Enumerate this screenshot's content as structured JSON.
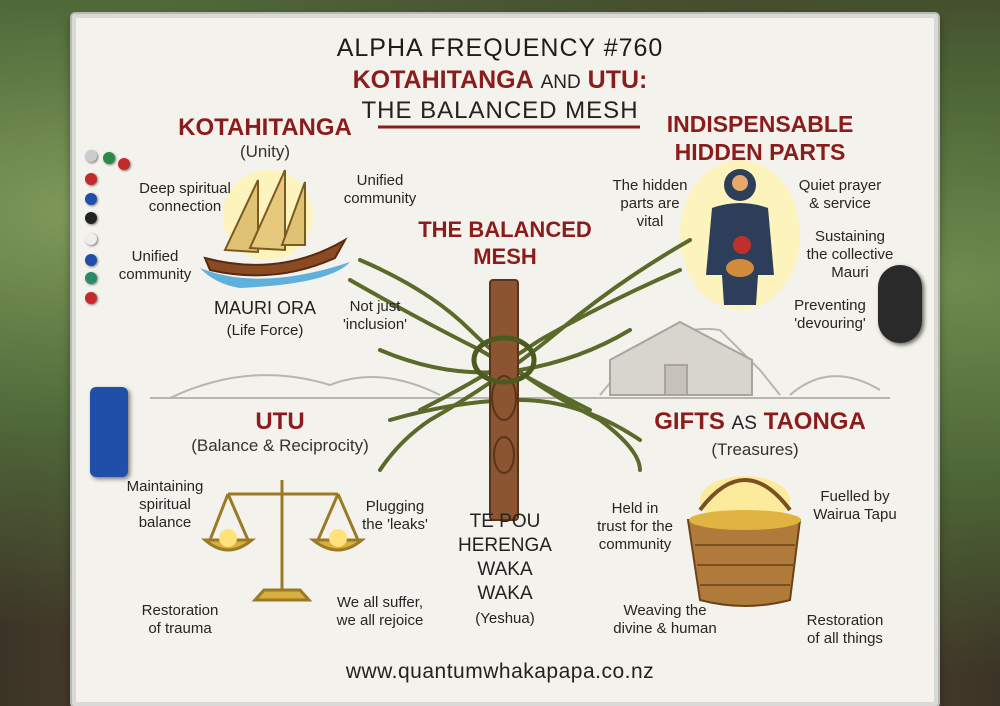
{
  "header": {
    "line1": "ALPHA FREQUENCY #760",
    "line2_a": "KOTAHITANGA",
    "line2_b": "AND",
    "line2_c": "UTU:",
    "line3": "THE BALANCED MESH"
  },
  "kotahitanga": {
    "title": "KOTAHITANGA",
    "subtitle": "(Unity)",
    "notes": [
      "Deep spiritual",
      "connection",
      "Unified",
      "community",
      "Unified",
      "community",
      "MAURI ORA",
      "(Life Force)",
      "Not just",
      "'inclusion'"
    ]
  },
  "center": {
    "title_1": "THE BALANCED",
    "title_2": "MESH",
    "pou_1": "TE POU",
    "pou_2": "HERENGA",
    "pou_3": "WAKA",
    "pou_4": "WAKA",
    "pou_5": "(Yeshua)"
  },
  "hidden_parts": {
    "title_1": "INDISPENSABLE",
    "title_2": "HIDDEN PARTS",
    "notes": [
      "The hidden",
      "parts are",
      "vital",
      "Quiet prayer",
      "& service",
      "Sustaining",
      "the collective",
      "Mauri",
      "Preventing",
      "'devouring'"
    ]
  },
  "utu": {
    "title": "UTU",
    "subtitle": "(Balance & Reciprocity)",
    "notes": [
      "Maintaining",
      "spiritual",
      "balance",
      "Plugging",
      "the 'leaks'",
      "Restoration",
      "of trauma",
      "We all suffer,",
      "we all rejoice"
    ]
  },
  "gifts": {
    "title_a": "GIFTS",
    "title_b": "AS",
    "title_c": "TAONGA",
    "subtitle": "(Treasures)",
    "notes": [
      "Held in",
      "trust for the",
      "community",
      "Fuelled by",
      "Wairua Tapu",
      "Weaving the",
      "divine & human",
      "Restoration",
      "of all things"
    ]
  },
  "footer": {
    "url": "www.quantumwhakapapa.co.nz"
  },
  "colors": {
    "accent_red": "#8a1c1c",
    "board": "#f4f2ec",
    "eraser": "#1f4fa8"
  }
}
